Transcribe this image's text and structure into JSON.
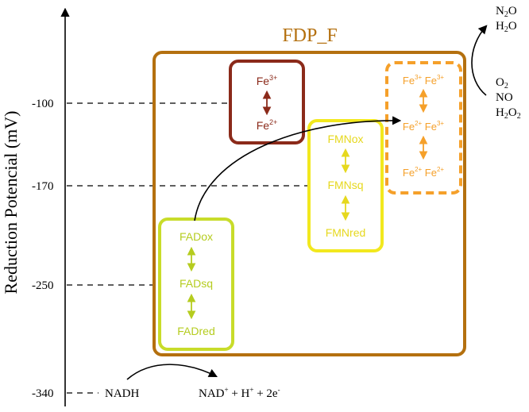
{
  "title": "FDP_F",
  "y_axis": {
    "label": "Reduction Potencial (mV)",
    "ticks": [
      "-100",
      "-170",
      "-250",
      "-340"
    ]
  },
  "nadh": {
    "reactant": "NADH",
    "products": [
      "NAD",
      "+",
      " + H",
      "+",
      " + 2e",
      "-"
    ]
  },
  "fad": {
    "ox": "FADox",
    "sq": "FADsq",
    "red": "FADred"
  },
  "fmn": {
    "ox": "FMNox",
    "sq": "FMNsq",
    "red": "FMNred"
  },
  "fe_mono": {
    "top": [
      "Fe",
      "3+"
    ],
    "bottom": [
      "Fe",
      "2+"
    ]
  },
  "fe_dimer": {
    "row1": [
      "Fe",
      "3+",
      " Fe",
      "3+"
    ],
    "row2": [
      "Fe",
      "2+",
      " Fe",
      "3+"
    ],
    "row3": [
      "Fe",
      "2+",
      " Fe",
      "2+"
    ]
  },
  "substrates": {
    "o2": [
      "O",
      "2"
    ],
    "no": "NO",
    "h2o2": [
      "H",
      "2",
      "O",
      "2"
    ]
  },
  "products": {
    "n2o": [
      "N",
      "2",
      "O"
    ],
    "h2o": [
      "H",
      "2",
      "O"
    ]
  },
  "colors": {
    "fdp_box": "#b4700f",
    "fe_mono": "#8b2a1a",
    "fe_dimer": "#f5a02a",
    "fmn": "#f2e81e",
    "fad": "#c8dc2a",
    "fmn_text": "#e6d81e",
    "fad_text": "#b5cc1f"
  }
}
